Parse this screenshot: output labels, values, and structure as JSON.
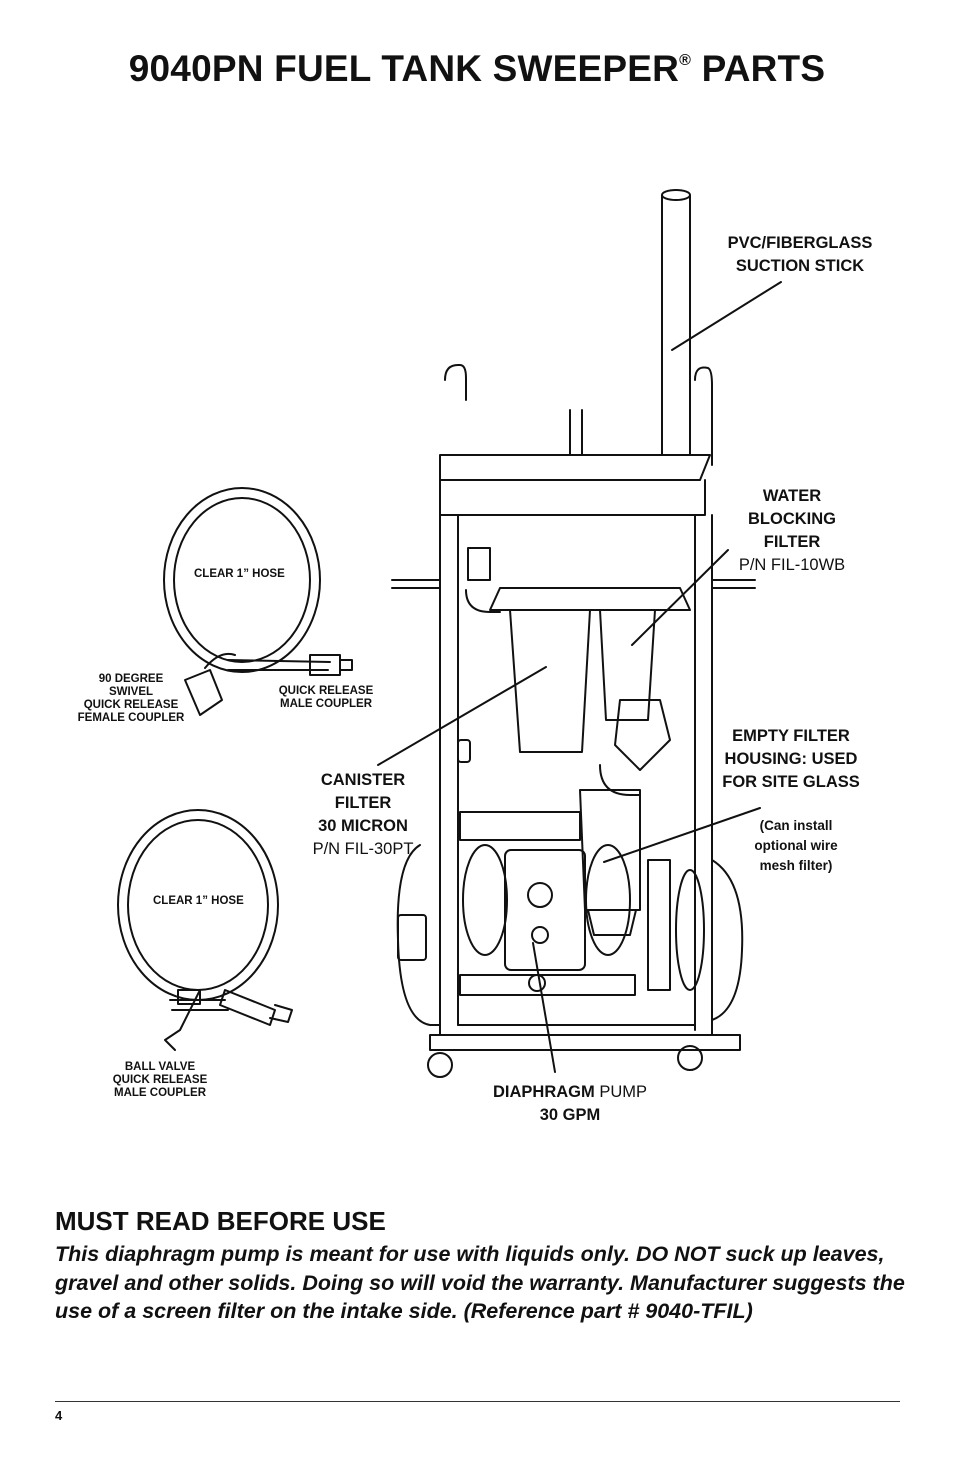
{
  "page": {
    "title_main": "9040PN FUEL TANK SWEEPER",
    "title_reg": "®",
    "title_end": " PARTS",
    "page_number": "4"
  },
  "labels": {
    "suction_stick": [
      "PVC/FIBERGLASS",
      "SUCTION STICK"
    ],
    "water_filter": [
      "WATER",
      "BLOCKING",
      "FILTER"
    ],
    "water_filter_pn": "P/N  FIL-10WB",
    "empty_housing": [
      "EMPTY FILTER",
      "HOUSING: USED",
      "FOR SITE GLASS"
    ],
    "empty_housing_note": [
      "(Can install",
      "optional wire",
      "mesh filter)"
    ],
    "canister": [
      "CANISTER",
      "FILTER",
      "30 MICRON"
    ],
    "canister_pn": "P/N  FIL-30PT",
    "pump_bold": "DIAPHRAGM",
    "pump_normal": " PUMP",
    "pump_gpm": "30 GPM",
    "hose1": "CLEAR 1” HOSE",
    "hose2": "CLEAR 1” HOSE",
    "swivel": [
      "90 DEGREE",
      "SWIVEL",
      "QUICK RELEASE",
      "FEMALE COUPLER"
    ],
    "male_coupler": [
      "QUICK RELEASE",
      "MALE COUPLER"
    ],
    "ball_valve": [
      "BALL VALVE",
      "QUICK RELEASE",
      "MALE COUPLER"
    ]
  },
  "warning": {
    "heading": "MUST READ BEFORE USE",
    "body": "This diaphragm pump is meant for use with liquids only. DO NOT suck up leaves, gravel and other solids. Doing so will void the warranty. Manufacturer suggests the use of a screen filter on the intake side. (Reference part # 9040-TFIL)"
  }
}
